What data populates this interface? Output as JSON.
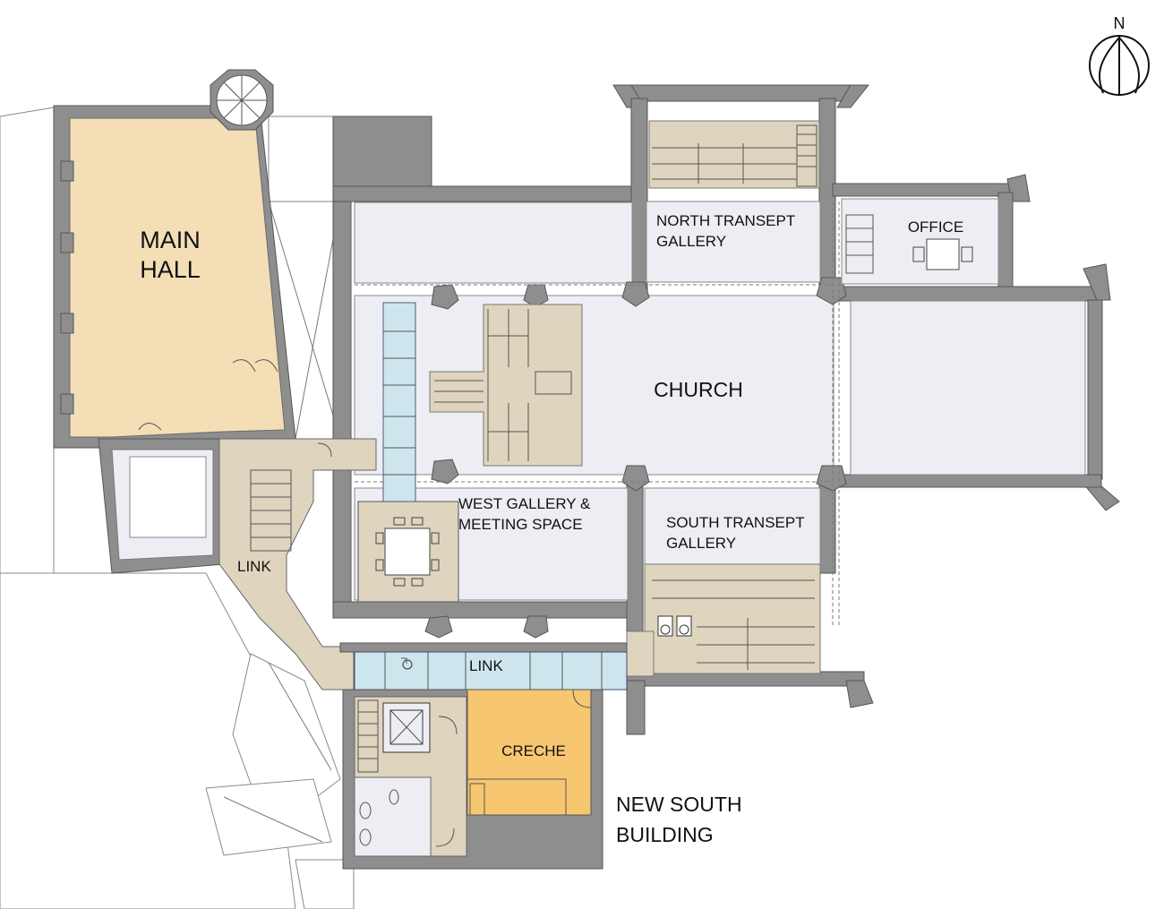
{
  "labels": {
    "main_hall_1": "MAIN",
    "main_hall_2": "HALL",
    "church": "CHURCH",
    "north_transept_1": "NORTH TRANSEPT",
    "north_transept_2": "GALLERY",
    "office": "OFFICE",
    "west_gallery_1": "WEST GALLERY &",
    "west_gallery_2": "MEETING SPACE",
    "south_transept_1": "SOUTH TRANSEPT",
    "south_transept_2": "GALLERY",
    "link_west": "LINK",
    "link_south": "LINK",
    "creche": "CRECHE",
    "new_south_1": "NEW SOUTH",
    "new_south_2": "BUILDING",
    "north_arrow": "N"
  },
  "colors": {
    "main_hall": "#f4deb6",
    "church_floor": "#eceef4",
    "link_corridor": "#dfd4be",
    "glazed_link": "#cde6ee",
    "creche": "#f7c670",
    "walls": "#8e8e8e"
  },
  "icons": [
    "north-arrow-icon",
    "spiral-stair-icon",
    "lift-icon",
    "wheelchair-icon",
    "table-icon"
  ]
}
